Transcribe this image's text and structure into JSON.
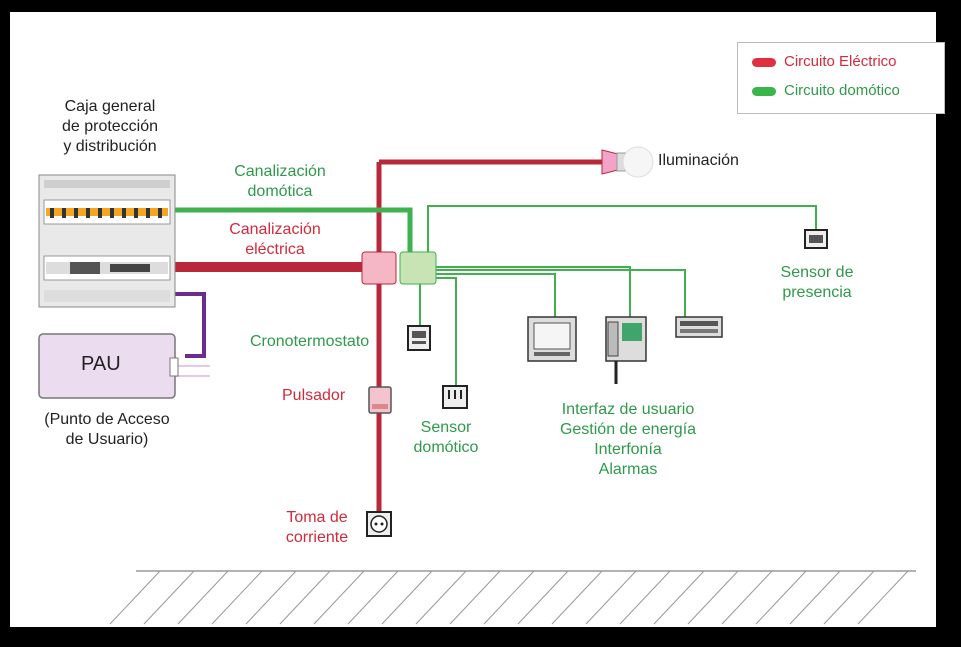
{
  "legend": {
    "electric": {
      "label": "Circuito Eléctrico",
      "color": "#e0303f"
    },
    "domotic": {
      "label": "Circuito domótico",
      "color": "#39b54a"
    }
  },
  "labels": {
    "caja": [
      "Caja general",
      "de protección",
      "y distribución"
    ],
    "pau_box": "PAU",
    "pau_caption": [
      "(Punto de Acceso",
      "de Usuario)"
    ],
    "canal_domotica": [
      "Canalización",
      "domótica"
    ],
    "canal_electrica": [
      "Canalización",
      "eléctrica"
    ],
    "iluminacion": "Iluminación",
    "sensor_presencia": [
      "Sensor de",
      "presencia"
    ],
    "cronotermostato": "Cronotermostato",
    "pulsador": "Pulsador",
    "sensor_domotico": [
      "Sensor",
      "domótico"
    ],
    "interfaz": [
      "Interfaz de usuario",
      "Gestión de energía",
      "Interfonía",
      "Alarmas"
    ],
    "toma": [
      "Toma de",
      "corriente"
    ]
  },
  "colors": {
    "electric_line": "#b8283a",
    "domotic_line": "#3fb24f",
    "pau_line": "#6b2c8f",
    "red_text": "#d42a3c",
    "green_text": "#2e9a4a",
    "pau_fill": "#ecdcf0"
  },
  "icons": [
    "lightbulb-icon",
    "presence-sensor-icon",
    "thermostat-icon",
    "push-button-icon",
    "domotic-sensor-icon",
    "touch-screen-icon",
    "videophone-icon",
    "keypad-icon",
    "power-outlet-icon"
  ]
}
